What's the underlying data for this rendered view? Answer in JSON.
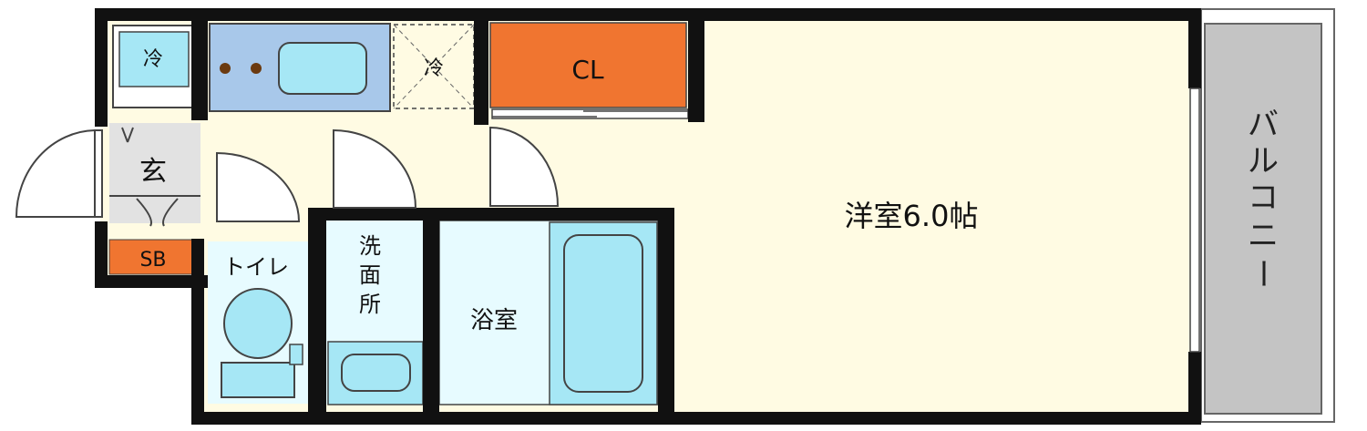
{
  "rooms": {
    "fridge": "冷",
    "fridge_space": "冷",
    "closet": "CL",
    "entrance": "玄",
    "shoe_box": "SB",
    "toilet": "トイレ",
    "washroom": [
      "洗",
      "面",
      "所"
    ],
    "bathroom": "浴室",
    "western_room": "洋室6.0帖",
    "balcony": [
      "バ",
      "ル",
      "コ",
      "ニ",
      "ー"
    ]
  },
  "colors": {
    "wall": "#111111",
    "floor": "#fffbe3",
    "closet": "#f07530",
    "shoe_box": "#f07530",
    "kitchen": "#a8c8ea",
    "fixture": "#a6e7f5",
    "bath_floor": "#e7fbff",
    "balcony": "#c4c4c4",
    "entrance": "#e2e2e2"
  },
  "icons": [
    "stove-burner-icon",
    "sink-icon",
    "toilet-icon",
    "bathtub-icon",
    "washbasin-icon",
    "door-swing-icon"
  ]
}
